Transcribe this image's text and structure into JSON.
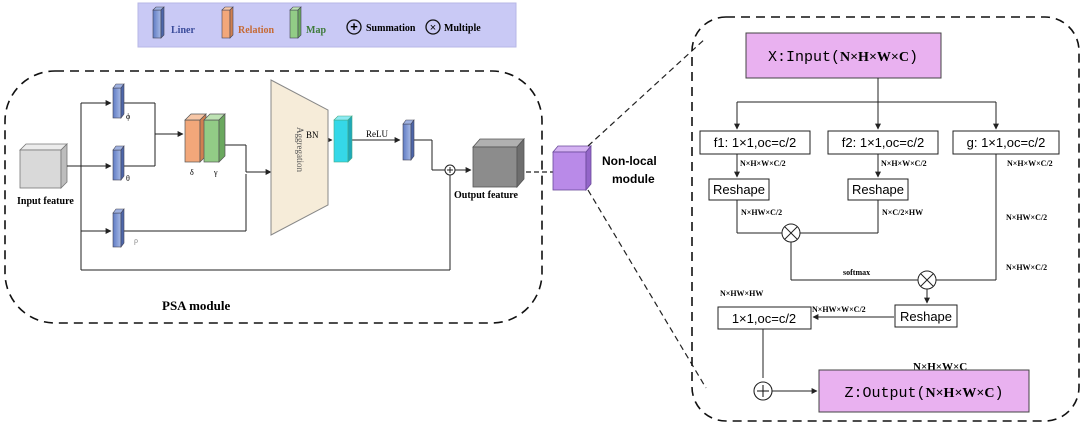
{
  "legend": {
    "liner": "Liner",
    "relation": "Relation",
    "map": "Map",
    "summation_symbol": "+",
    "summation": "Summation",
    "multiple_symbol": "×",
    "multiple": "Multiple"
  },
  "psa": {
    "title": "PSA module",
    "input_feature": "Input feature",
    "output_feature": "Output feature",
    "phi": "ϕ",
    "theta": "θ",
    "rho": "ρ",
    "delta": "δ",
    "gamma": "γ",
    "aggregation": "Aggregation",
    "bn": "BN",
    "relu": "ReLU"
  },
  "nonlocal_label": [
    "Non-local",
    "module"
  ],
  "nonlocal": {
    "input_prefix": "X:Input(",
    "input_dims": "N×H×W×C",
    "input_suffix": ")",
    "f1": "f1: 1×1,oc=c/2",
    "f2": "f2: 1×1,oc=c/2",
    "g": "g: 1×1,oc=c/2",
    "f1_dims": "N×H×W×C/2",
    "f2_dims": "N×H×W×C/2",
    "g_dims": "N×H×W×C/2",
    "reshape1": "Reshape",
    "reshape2": "Reshape",
    "reshape3": "Reshape",
    "reshape1_dims": "N×HW×C/2",
    "reshape2_dims": "N×C/2×HW",
    "g_dims2": "N×HW×C/2",
    "g_dims3": "N×HW×C/2",
    "softmax": "softmax",
    "hwhw": "N×HW×HW",
    "reshape3_dims": "N×HW×W×C/2",
    "conv_out": "1×1,oc=c/2",
    "sum_dims": "N×H×W×C",
    "output_prefix": "Z:Output(",
    "output_dims": "N×H×W×C",
    "output_suffix": ")"
  },
  "colors": {
    "legend_bg": "#c9c9f5",
    "liner": "#7b93d0",
    "relation": "#f2a77a",
    "map": "#92cc86",
    "bn": "#35d8e8",
    "io_box": "#e9b1f0",
    "cube": "#b98ae8"
  }
}
